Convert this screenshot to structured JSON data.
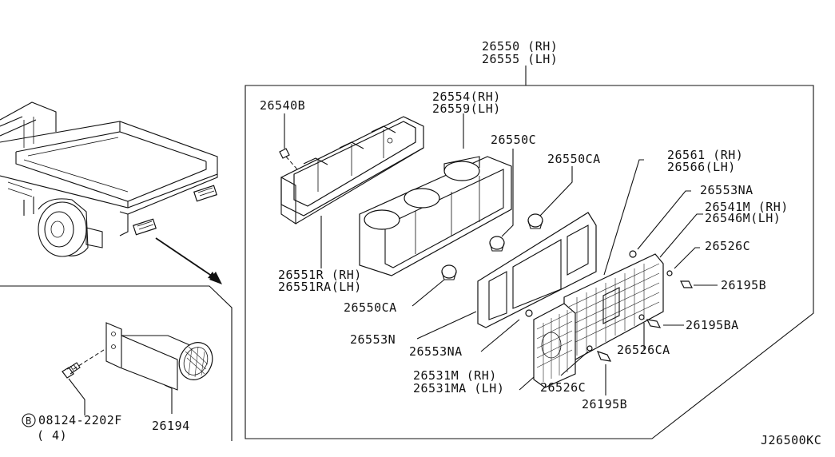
{
  "diagram_id": "J26500KC",
  "callouts": {
    "assy_rh": "26550 (RH)",
    "assy_lh": "26555 (LH)",
    "bolt_26540B": "26540B",
    "housing_rh": "26554(RH)",
    "housing_lh": "26559(LH)",
    "socket_26550C": "26550C",
    "bulb_26550CA_top": "26550CA",
    "lens_rh": "26561 (RH)",
    "lens_lh": "26566(LH)",
    "nut_26553NA_top": "26553NA",
    "lens2_rh": "26541M (RH)",
    "lens2_lh": "26546M(LH)",
    "washer_26526C_top": "26526C",
    "screw_26195B_top": "26195B",
    "frame_rh": "26551R  (RH)",
    "frame_lh": "26551RA(LH)",
    "bulb_26550CA_left": "26550CA",
    "gasket_26553N": "26553N",
    "nut_26553NA_bottom": "26553NA",
    "screw_26195BA": "26195BA",
    "washer_26526CA": "26526CA",
    "lens3_rh": "26531M  (RH)",
    "lens3_lh": "26531MA (LH)",
    "washer_26526C_bottom": "26526C",
    "screw_26195B_bottom": "26195B",
    "bracket_26194": "26194",
    "bolt_b_circle": "B",
    "bolt_number": "08124-2202F",
    "bolt_qty": "( 4)"
  },
  "icons": [
    "truck-bed-icon",
    "rear-combination-lamp-icon",
    "bulb-icon",
    "bolt-icon",
    "bracket-icon",
    "reflector-icon"
  ]
}
